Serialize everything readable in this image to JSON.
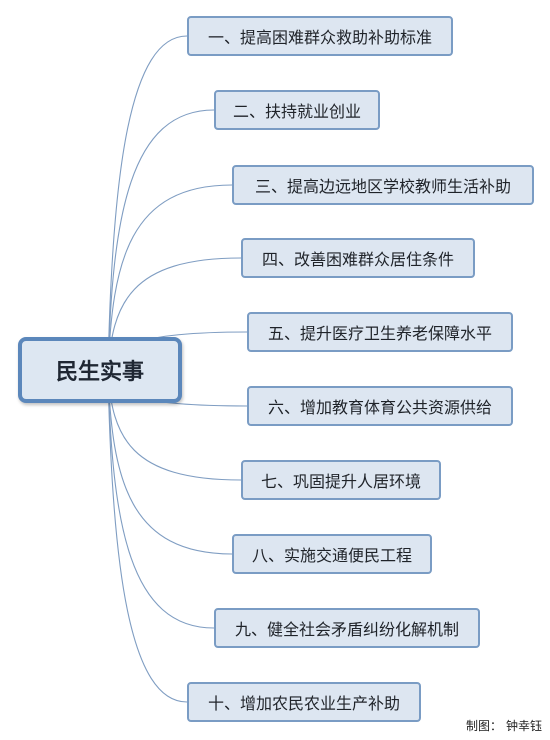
{
  "root": {
    "label": "民生实事"
  },
  "branches": [
    {
      "label": "一、提高困难群众救助补助标准"
    },
    {
      "label": "二、扶持就业创业"
    },
    {
      "label": "三、提高边远地区学校教师生活补助"
    },
    {
      "label": "四、改善困难群众居住条件"
    },
    {
      "label": "五、提升医疗卫生养老保障水平"
    },
    {
      "label": "六、增加教育体育公共资源供给"
    },
    {
      "label": "七、巩固提升人居环境"
    },
    {
      "label": "八、实施交通便民工程"
    },
    {
      "label": "九、健全社会矛盾纠纷化解机制"
    },
    {
      "label": "十、增加农民农业生产补助"
    }
  ],
  "footer": {
    "label": "制图：",
    "author": "钟幸钰"
  },
  "colors": {
    "link": "#7f9dc2",
    "node_border": "#7a9cc4",
    "node_fill": "#dde6f1",
    "root_border": "#5b87bb"
  }
}
